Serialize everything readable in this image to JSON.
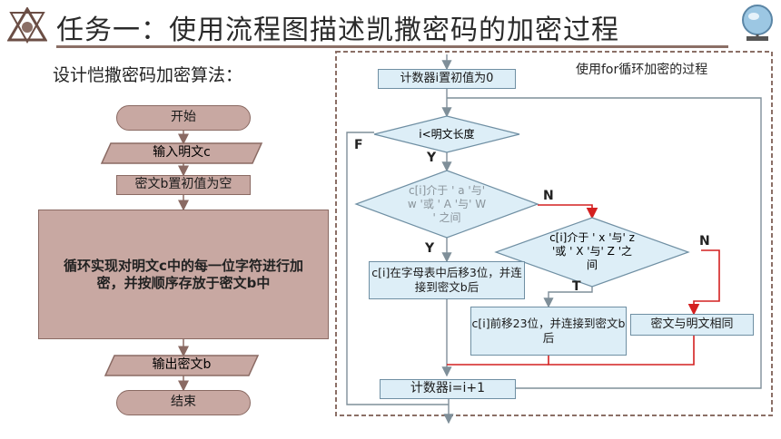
{
  "slide": {
    "title": "任务一：使用流程图描述凯撒密码的加密过程",
    "subtitle": "设计恺撒密码加密算法："
  },
  "left_flow": {
    "start": "开始",
    "input": "输入明文c",
    "init_b": "密文b置初值为空",
    "loop": "循环实现对明文c中的每一位字符进行加密，并按顺序存放于密文b中",
    "output": "输出密文b",
    "end": "结束"
  },
  "right_flow": {
    "frame_label": "使用for循环加密的过程",
    "init_i": "计数器i置初值为0",
    "cond_len": "i<明文长度",
    "cond_range1": "c[i]介于 ' a '与' w '或 ' A '与' W ' 之间",
    "cond_range2": "c[i]介于 ' x '与' z '或 ' X '与' Z '之间",
    "shift_back": "c[i]在字母表中后移3位，并连接到密文b后",
    "shift_fwd": "c[i]前移23位，并连接到密文b后",
    "same": "密文与明文相同",
    "incr": "计数器i=i+1",
    "marks": {
      "f": "F",
      "y1": "Y",
      "n1": "N",
      "y2": "Y",
      "n2": "N",
      "t": "T"
    }
  },
  "colors": {
    "brown_fill": "#c8a8a2",
    "blue_fill": "#ddeef7",
    "red_arrow": "#d42020",
    "frame": "#8b6f66"
  }
}
